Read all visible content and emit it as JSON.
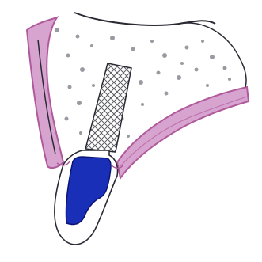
{
  "diagram": {
    "subject": "dental-implant-cross-section",
    "colors": {
      "background": "#ffffff",
      "outline": "#2a2a34",
      "gingiva": "#b05a9c",
      "gingiva_light": "#d7a3cf",
      "bone_dot": "#9a9aa2",
      "implant_mesh": "#5a5a62",
      "crown_fill": "#1a2fb8",
      "crown_stroke": "#0b1470"
    },
    "parts": [
      {
        "name": "alveolar-bone",
        "icon": "trabecular-bone-texture"
      },
      {
        "name": "gingiva-left",
        "icon": "soft-tissue-band"
      },
      {
        "name": "gingiva-right",
        "icon": "soft-tissue-band"
      },
      {
        "name": "implant-fixture",
        "icon": "threaded-screw-mesh"
      },
      {
        "name": "tooth-root",
        "icon": "root-outline"
      },
      {
        "name": "crown-restoration",
        "icon": "blue-filled-crown"
      }
    ]
  }
}
